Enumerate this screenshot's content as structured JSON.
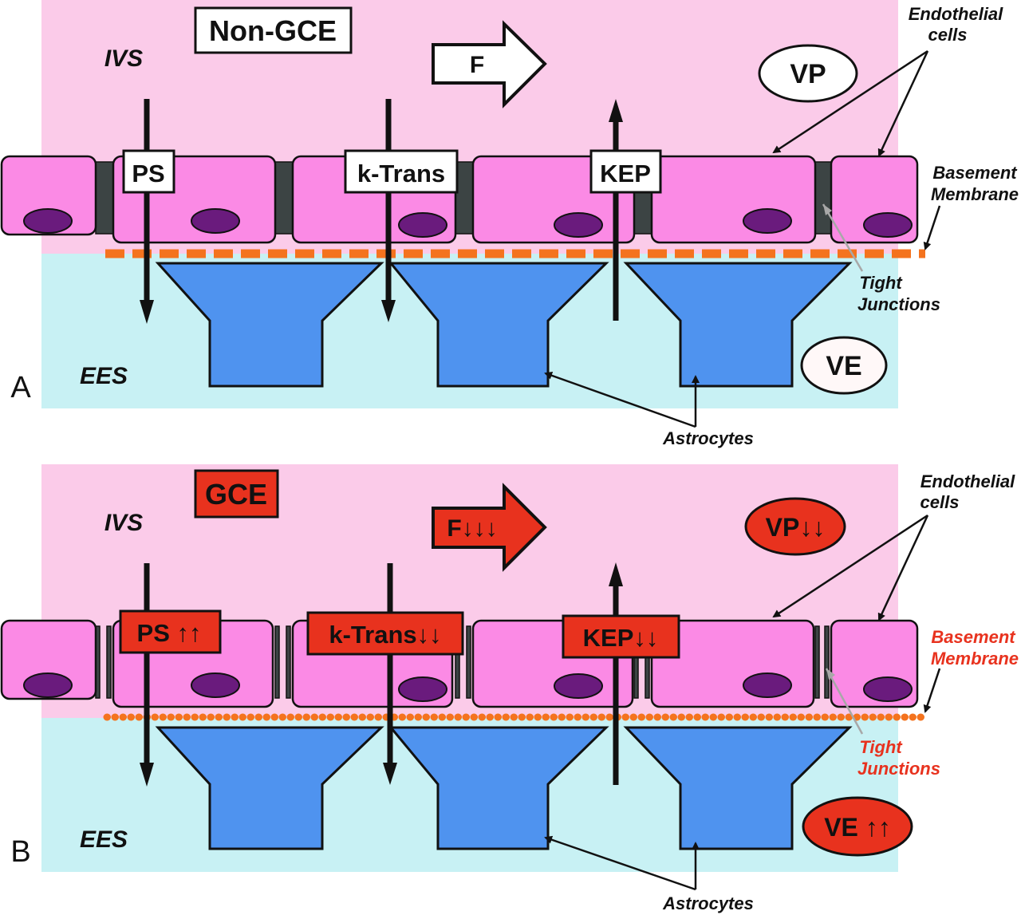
{
  "panels": [
    {
      "panel_label": "A",
      "title": "Non-GCE",
      "ivs_label": "IVS",
      "ees_label": "EES",
      "flow_label": "F",
      "ps_label": "PS",
      "ktrans_label": "k-Trans",
      "kep_label": "KEP",
      "vp_label": "VP",
      "ve_label": "VE",
      "endothelial_label_1": "Endothelial",
      "endothelial_label_2": "cells",
      "basement_label_1": "Basement",
      "basement_label_2": "Membrane",
      "tight_label_1": "Tight",
      "tight_label_2": "Junctions",
      "astro_label": "Astrocytes"
    },
    {
      "panel_label": "B",
      "title": "GCE",
      "ivs_label": "IVS",
      "ees_label": "EES",
      "flow_label": "F↓↓↓",
      "ps_label": "PS ↑↑",
      "ktrans_label": "k-Trans↓↓",
      "kep_label": "KEP↓↓",
      "vp_label": "VP↓↓",
      "ve_label": "VE ↑↑",
      "endothelial_label_1": "Endothelial",
      "endothelial_label_2": "cells",
      "basement_label_1": "Basement",
      "basement_label_2": "Membrane",
      "tight_label_1": "Tight",
      "tight_label_2": "Junctions",
      "astro_label": "Astrocytes"
    }
  ],
  "colors": {
    "ivs": "#fbcbe9",
    "ees": "#c8f1f4",
    "cell": "#fb8ae5",
    "nucleus": "#6a1b7d",
    "junction": "#3c4444",
    "membrane": "#f4731e",
    "astrocyte": "#4f93ef",
    "highlight": "#e8321e"
  }
}
